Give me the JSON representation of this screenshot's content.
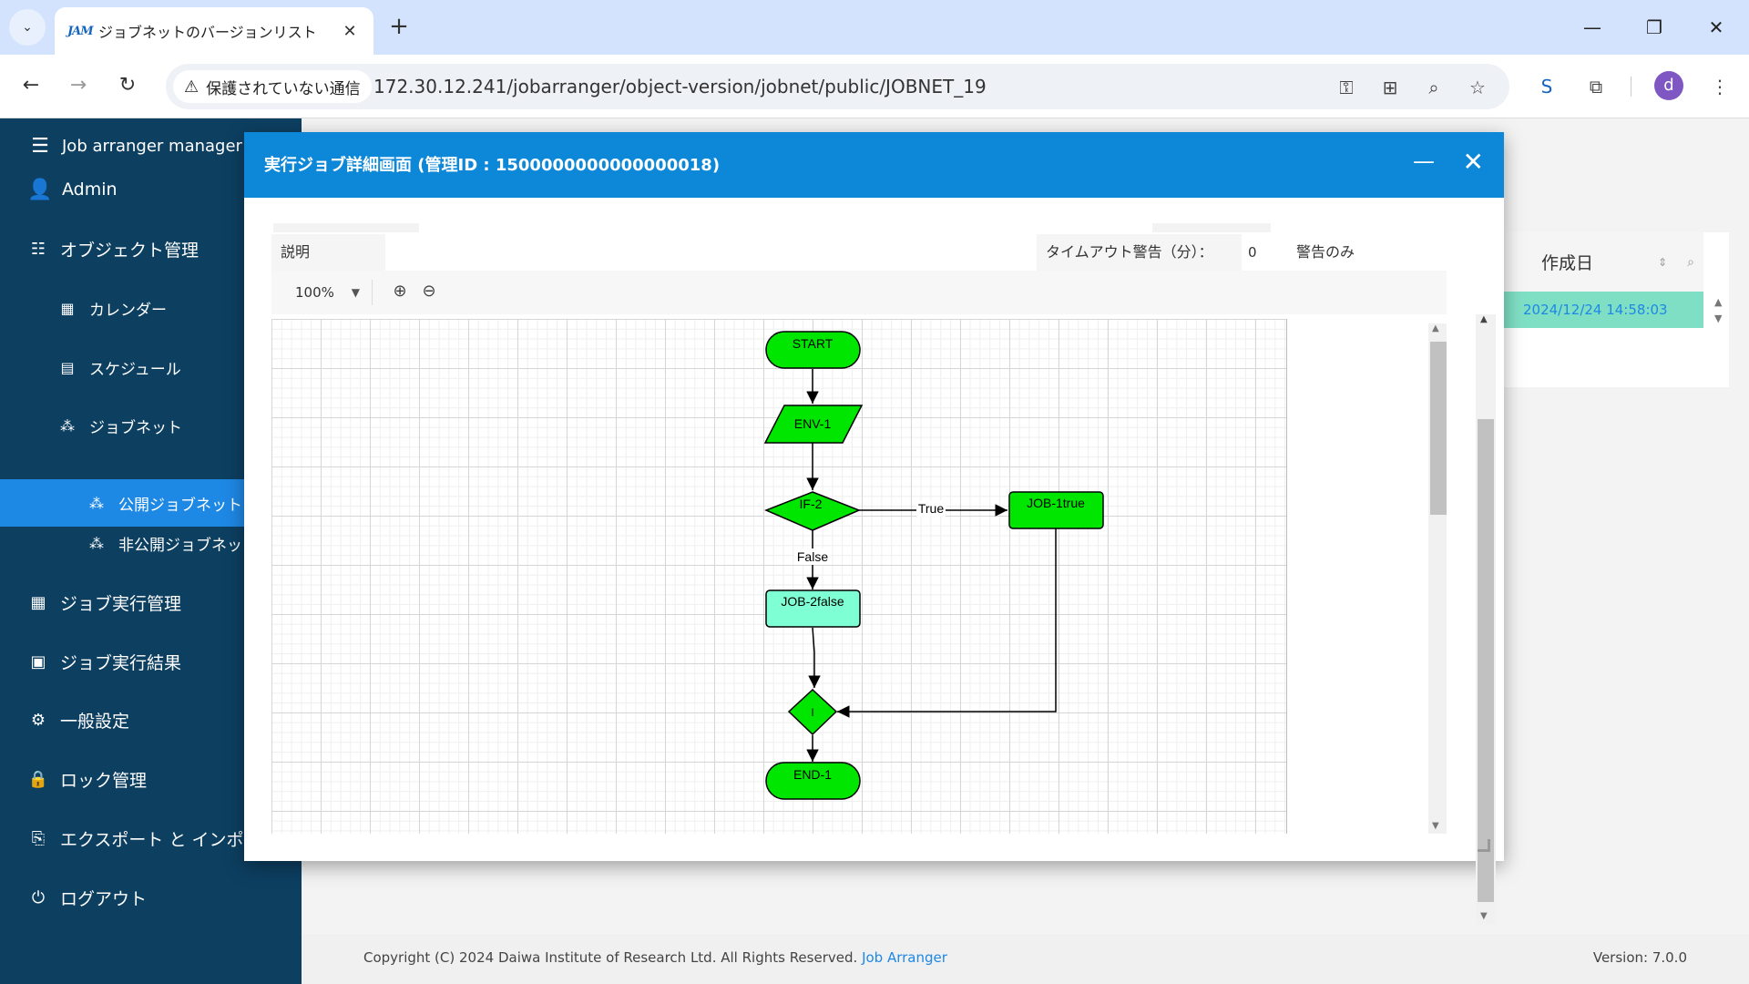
{
  "browser": {
    "tab_favicon": "JAM",
    "tab_title": "ジョブネットのバージョンリスト",
    "tab_close": "✕",
    "new_tab": "+",
    "security_label": "保護されていない通信",
    "url": "172.30.12.241/jobarranger/object-version/jobnet/public/JOBNET_19",
    "profile_initial": "d"
  },
  "sidebar": {
    "app_title": "Job arranger manager",
    "user": "Admin",
    "items": [
      {
        "label": "オブジェクト管理",
        "icon": "list-icon"
      },
      {
        "label": "カレンダー",
        "icon": "calendar-icon"
      },
      {
        "label": "スケジュール",
        "icon": "schedule-icon"
      },
      {
        "label": "ジョブネット",
        "icon": "jobnet-icon"
      },
      {
        "label": "公開ジョブネット",
        "icon": "jobnet-icon",
        "active": true
      },
      {
        "label": "非公開ジョブネット",
        "icon": "jobnet-icon"
      },
      {
        "label": "ジョブ実行管理",
        "icon": "table-icon"
      },
      {
        "label": "ジョブ実行結果",
        "icon": "chart-icon"
      },
      {
        "label": "一般設定",
        "icon": "gear-icon"
      },
      {
        "label": "ロック管理",
        "icon": "lock-icon"
      },
      {
        "label": "エクスポート と インポート",
        "icon": "export-icon"
      },
      {
        "label": "ログアウト",
        "icon": "logout-icon"
      }
    ]
  },
  "background_table": {
    "column_header": "作成日",
    "row_value": "2024/12/24 14:58:03"
  },
  "dialog": {
    "title": "実行ジョブ詳細画面 (管理ID : 1500000000000000018)",
    "description_label": "説明",
    "timeout_label": "タイムアウト警告（分）：",
    "timeout_value": "0",
    "timeout_mode": "警告のみ",
    "zoom_value": "100%"
  },
  "flow": {
    "nodes": [
      {
        "id": "start",
        "label": "START",
        "color": "#00e600"
      },
      {
        "id": "env",
        "label": "ENV-1",
        "color": "#00e600"
      },
      {
        "id": "if",
        "label": "IF-2",
        "color": "#00e600"
      },
      {
        "id": "job1",
        "label": "JOB-1true",
        "color": "#00e600"
      },
      {
        "id": "job2",
        "label": "JOB-2false",
        "color": "#7fffd4"
      },
      {
        "id": "merge",
        "label": "I",
        "color": "#00e600"
      },
      {
        "id": "end",
        "label": "END-1",
        "color": "#00e600"
      }
    ],
    "edge_labels": {
      "true": "True",
      "false": "False"
    }
  },
  "footer": {
    "copyright": "Copyright (C) 2024 Daiwa Institute of Research Ltd. All Rights Reserved.",
    "link": "Job Arranger",
    "version": "Version: 7.0.0"
  }
}
